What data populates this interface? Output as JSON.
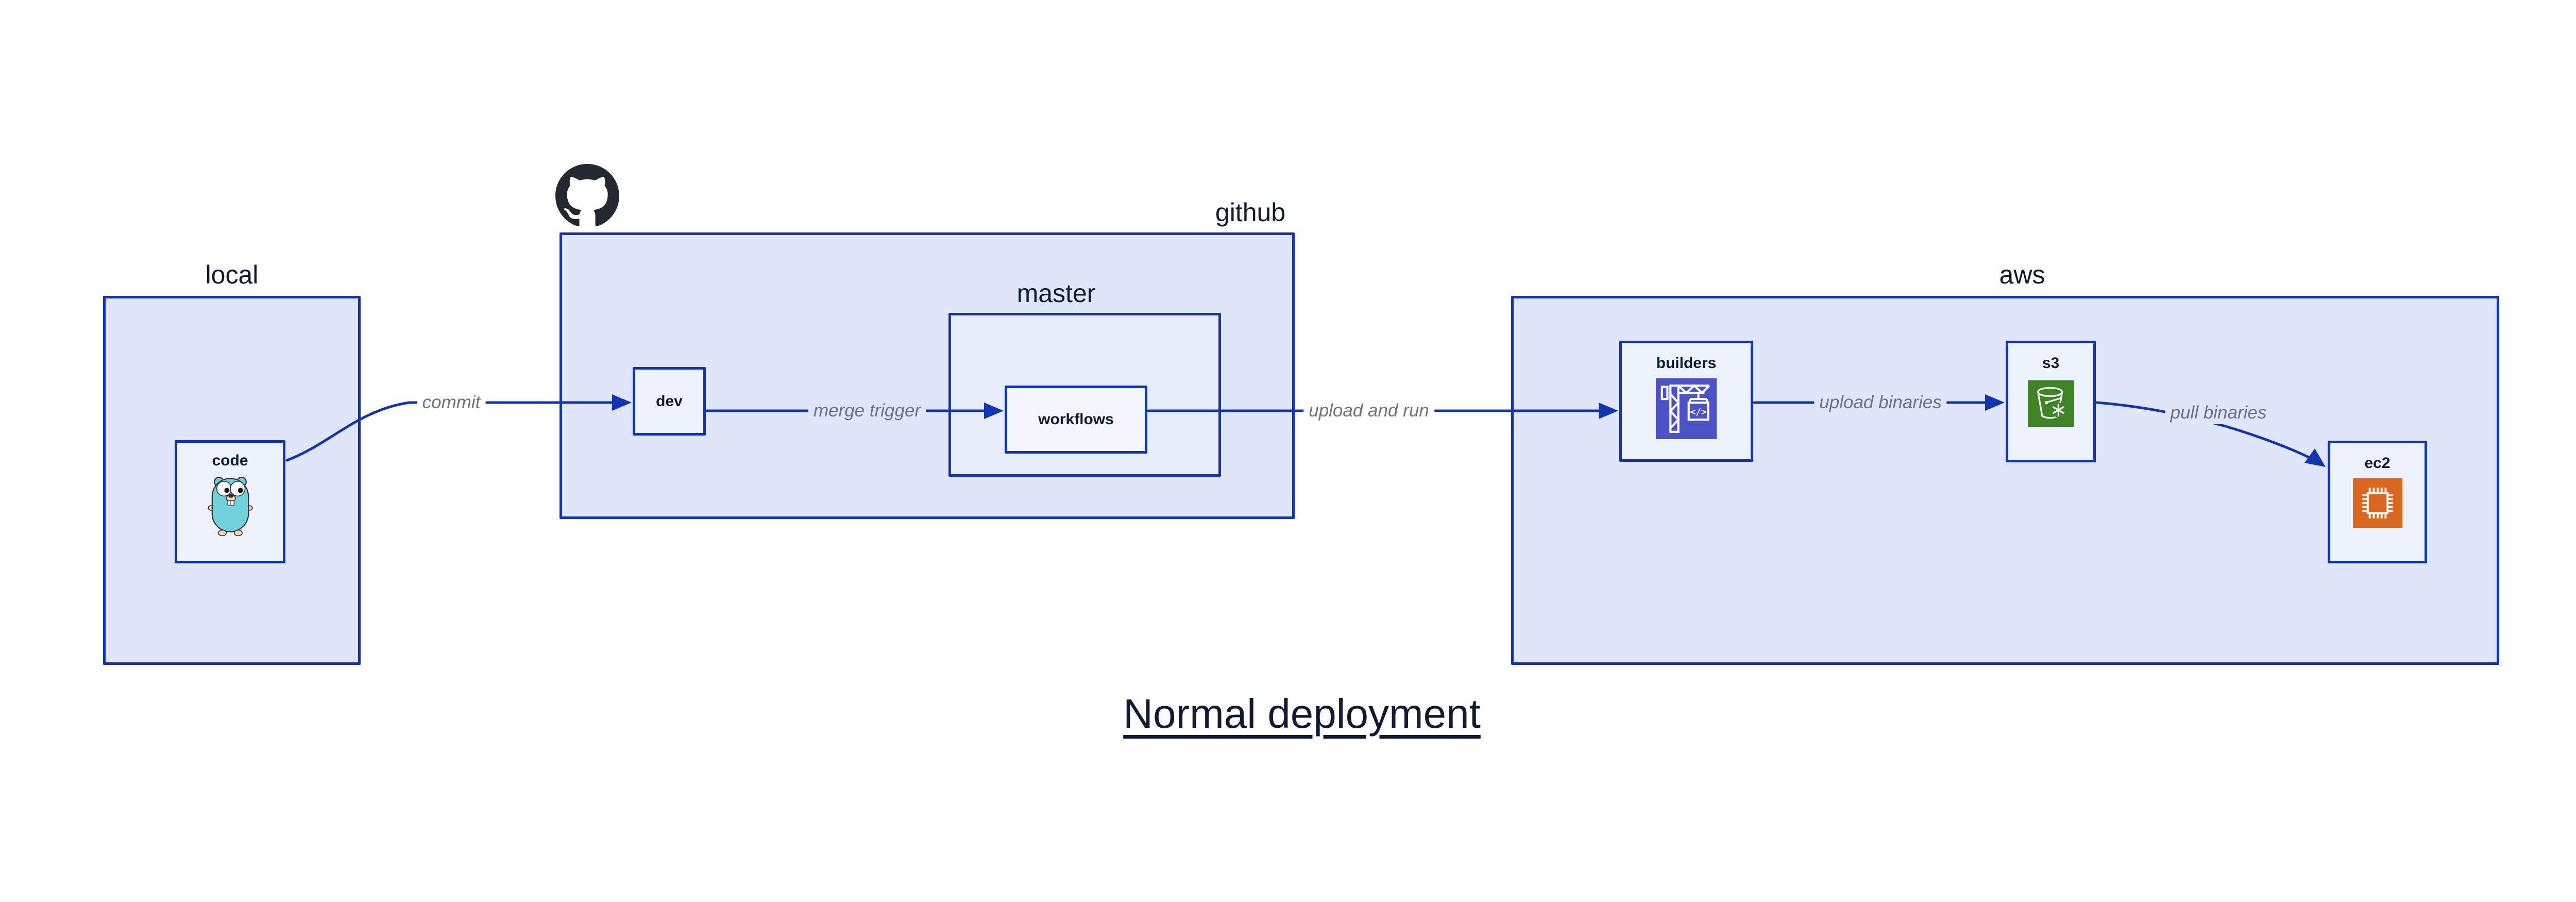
{
  "title": "Normal deployment",
  "groups": {
    "local": {
      "label": "local"
    },
    "github": {
      "label": "github"
    },
    "master": {
      "label": "master"
    },
    "aws": {
      "label": "aws"
    }
  },
  "nodes": {
    "code": {
      "label": "code"
    },
    "dev": {
      "label": "dev"
    },
    "workflows": {
      "label": "workflows"
    },
    "builders": {
      "label": "builders"
    },
    "s3": {
      "label": "s3"
    },
    "ec2": {
      "label": "ec2"
    }
  },
  "edges": {
    "commit": {
      "label": "commit"
    },
    "merge_trigger": {
      "label": "merge trigger"
    },
    "upload_and_run": {
      "label": "upload and run"
    },
    "upload_binaries": {
      "label": "upload binaries"
    },
    "pull_binaries": {
      "label": "pull binaries"
    }
  },
  "icons": {
    "github_logo": "github-octocat-logo",
    "code": "go-gopher-icon",
    "builders": "aws-codebuild-crane-icon",
    "s3": "s3-glacier-bucket-icon",
    "ec2": "ec2-chip-icon"
  },
  "colors": {
    "blue": "#1134b3",
    "container-fill": "#dfe6f9",
    "node-fill": "#eef2fc",
    "master-fill": "#e8edfb",
    "workflows-fill": "#f4f6fd",
    "text-dark": "#111a33",
    "edge-label": "#6e7280",
    "github-black": "#24292f",
    "codebuild": "#4b52c7",
    "s3-green": "#3e8427",
    "ec2-orange": "#d9671f",
    "gopher-body": "#73d1dd",
    "gopher-skin": "#f5d7ae",
    "page-bg": "#ffffff"
  }
}
